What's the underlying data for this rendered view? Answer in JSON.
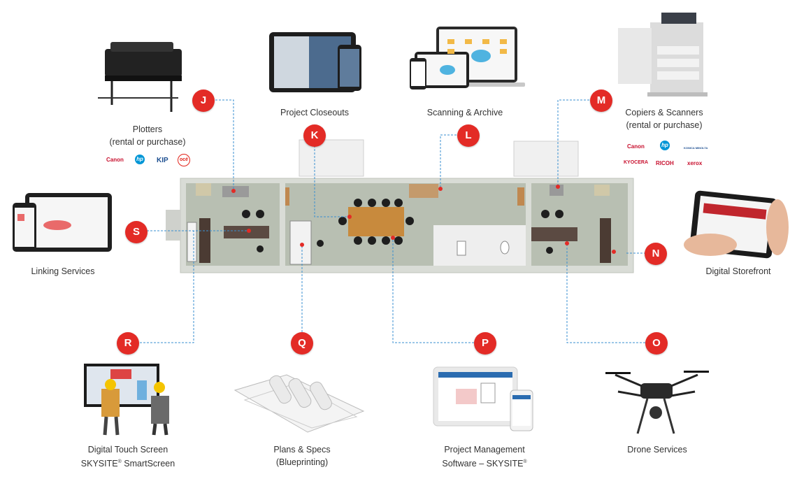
{
  "services": {
    "plotters": {
      "badge": "J",
      "line1": "Plotters",
      "line2": "(rental or purchase)"
    },
    "closeouts": {
      "badge": "K",
      "line1": "Project Closeouts"
    },
    "scanning": {
      "badge": "L",
      "line1": "Scanning & Archive"
    },
    "copiers": {
      "badge": "M",
      "line1": "Copiers & Scanners",
      "line2": "(rental or purchase)"
    },
    "storefront": {
      "badge": "N",
      "line1": "Digital Storefront"
    },
    "drone": {
      "badge": "O",
      "line1": "Drone Services"
    },
    "pm": {
      "badge": "P",
      "line1": "Project Management",
      "line2a": "Software – SKYSITE",
      "reg": "®"
    },
    "plans": {
      "badge": "Q",
      "line1": "Plans & Specs",
      "line2": "(Blueprinting)"
    },
    "touch": {
      "badge": "R",
      "line1": "Digital Touch Screen",
      "line2a": "SKYSITE",
      "reg": "®",
      "line2b": " SmartScreen"
    },
    "linking": {
      "badge": "S",
      "line1": "Linking Services"
    }
  },
  "brands": {
    "plotters": [
      "Canon",
      "hp",
      "KIP",
      "océ"
    ],
    "copiers": [
      "Canon",
      "hp",
      "KONICA MINOLTA",
      "KYOCERA",
      "RICOH",
      "xerox"
    ]
  },
  "colors": {
    "badge": "#e32b26",
    "connector": "#3a8fd0",
    "floor": "#b6bdb0",
    "wall": "#ffffff"
  }
}
